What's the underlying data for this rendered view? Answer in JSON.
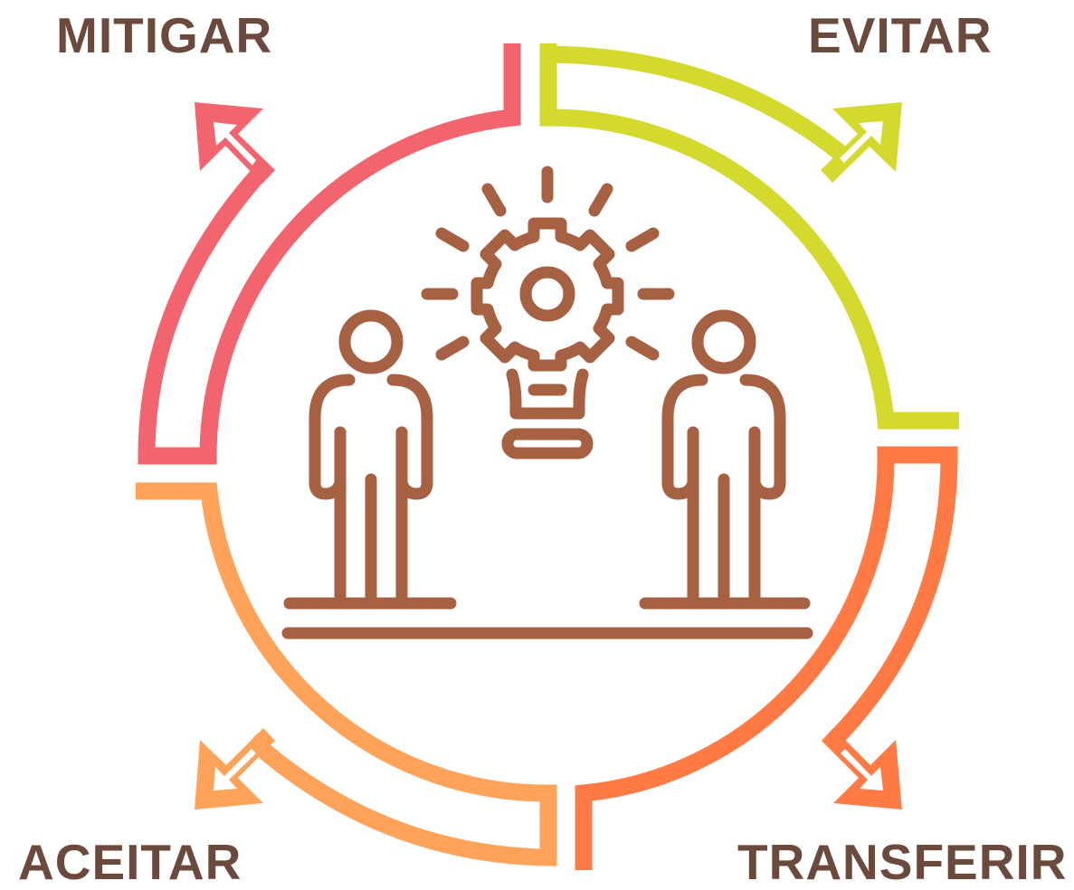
{
  "labels": {
    "top_left": "MITIGAR",
    "top_right": "EVITAR",
    "bottom_left": "ACEITAR",
    "bottom_right": "TRANSFERIR"
  },
  "colors": {
    "mitigar": "#f2646e",
    "evitar": "#d3d92d",
    "aceitar": "#ffa35a",
    "transferir": "#ff7a45",
    "icon": "#a66142",
    "label_text": "#6b4a3d"
  },
  "icons": [
    "person-left-icon",
    "person-right-icon",
    "lightbulb-gear-icon",
    "ground-line"
  ]
}
